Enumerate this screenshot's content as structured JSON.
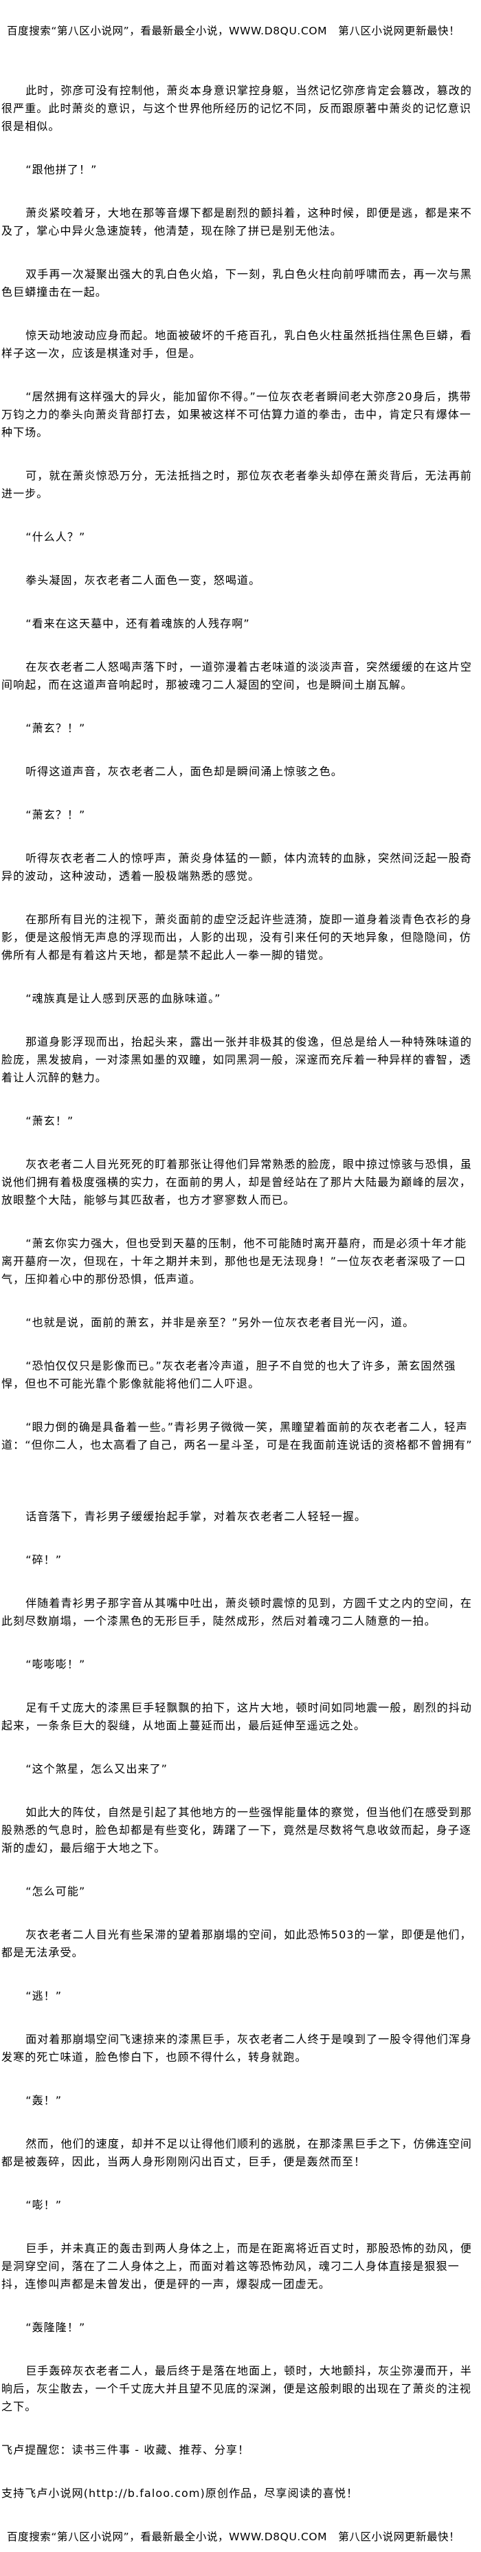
{
  "banner": "百度搜索“第八区小说网”，看最新最全小说，WWW.D8QU.COM　第八区小说网更新最快！",
  "paragraphs": [
    "此时，弥彦可没有控制他，萧炎本身意识掌控身躯，当然记忆弥彦肯定会篡改，篡改的很严重。此时萧炎的意识，与这个世界他所经历的记忆不同，反而跟原著中萧炎的记忆意识很是相似。",
    "“跟他拼了！”",
    "萧炎紧咬着牙，大地在那等音爆下都是剧烈的颤抖着，这种时候，即便是逃，都是来不及了，掌心中异火急速旋转，他清楚，现在除了拼已是别无他法。",
    "双手再一次凝聚出强大的乳白色火焰，下一刻，乳白色火柱向前呼啸而去，再一次与黑色巨蟒撞击在一起。",
    "惊天动地波动应身而起。地面被破坏的千疮百孔，乳白色火柱虽然抵挡住黑色巨蟒，看样子这一次，应该是棋逢对手，但是。",
    "“居然拥有这样强大的异火，能加留你不得。”一位灰衣老者瞬间老大弥彦20身后，携带万钧之力的拳头向萧炎背部打去，如果被这样不可估算力道的拳击，击中，肯定只有爆体一种下场。",
    "可，就在萧炎惊恐万分，无法抵挡之时，那位灰衣老者拳头却停在萧炎背后，无法再前进一步。",
    "“什么人？”",
    "拳头凝固，灰衣老者二人面色一变，怒喝道。",
    "“看来在这天墓中，还有着魂族的人残存啊”",
    "在灰衣老者二人怒喝声落下时，一道弥漫着古老味道的淡淡声音，突然缓缓的在这片空间响起，而在这道声音响起时，那被魂刁二人凝固的空间，也是瞬间土崩瓦解。",
    "“萧玄？！”",
    "听得这道声音，灰衣老者二人，面色却是瞬间涌上惊骇之色。",
    "“萧玄？！”",
    "听得灰衣老者二人的惊呼声，萧炎身体猛的一颤，体内流转的血脉，突然间泛起一股奇异的波动，这种波动，透着一股极端熟悉的感觉。",
    "在那所有目光的注视下，萧炎面前的虚空泛起许些涟漪，旋即一道身着淡青色衣衫的身影，便是这般悄无声息的浮现而出，人影的出现，没有引来任何的天地异象，但隐隐间，仿佛所有人都是有着这片天地，都是禁不起此人一拳一脚的错觉。",
    "“魂族真是让人感到厌恶的血脉味道。”",
    "那道身影浮现而出，抬起头来，露出一张并非极其的俊逸，但总是给人一种特殊味道的脸庞，黑发披肩，一对漆黑如墨的双瞳，如同黑洞一般，深邃而充斥着一种异样的睿智，透着让人沉醉的魅力。",
    "“萧玄！”",
    "灰衣老者二人目光死死的盯着那张让得他们异常熟悉的脸庞，眼中掠过惊骇与恐惧，虽说他们拥有着极度强横的实力，在面前的男人，却是曾经站在了那片大陆最为巅峰的层次，放眼整个大陆，能够与其匹敌者，也方才寥寥数人而已。",
    "“萧玄你实力强大，但也受到天墓的压制，他不可能随时离开墓府，而是必须十年才能离开墓府一次，但现在，十年之期并未到，那他也是无法现身！”一位灰衣老者深吸了一口气，压抑着心中的那份恐惧，低声道。",
    "“也就是说，面前的萧玄，并非是亲至？”另外一位灰衣老者目光一闪，道。",
    "“恐怕仅仅只是影像而已。”灰衣老者冷声道，胆子不自觉的也大了许多，萧玄固然强悍，但也不可能光靠个影像就能将他们二人吓退。",
    "“眼力倒的确是具备着一些。”青衫男子微微一笑，黑瞳望着面前的灰衣老者二人，轻声道：“但你二人，也太高看了自己，两名一星斗圣，可是在我面前连说话的资格都不曾拥有”",
    "话音落下，青衫男子缓缓抬起手掌，对着灰衣老者二人轻轻一握。",
    "“碎！”",
    "伴随着青衫男子那字音从其嘴中吐出，萧炎顿时震惊的见到，方圆千丈之内的空间，在此刻尽数崩塌，一个漆黑色的无形巨手，陡然成形，然后对着魂刁二人随意的一拍。",
    "“嘭嘭嘭！”",
    "足有千丈庞大的漆黑巨手轻飘飘的拍下，这片大地，顿时间如同地震一般，剧烈的抖动起来，一条条巨大的裂缝，从地面上蔓延而出，最后延伸至遥远之处。",
    "“这个煞星，怎么又出来了”",
    "如此大的阵仗，自然是引起了其他地方的一些强悍能量体的察觉，但当他们在感受到那股熟悉的气息时，脸色却都是有些变化，踌躇了一下，竟然是尽数将气息收敛而起，身子逐渐的虚幻，最后缩于大地之下。",
    "“怎么可能”",
    "灰衣老者二人目光有些呆滞的望着那崩塌的空间，如此恐怖503的一掌，即便是他们，都是无法承受。",
    "“逃！”",
    "面对着那崩塌空间飞速掠来的漆黑巨手，灰衣老者二人终于是嗅到了一股令得他们浑身发寒的死亡味道，脸色惨白下，也顾不得什么，转身就跑。",
    "“轰！”",
    "然而，他们的速度，却并不足以让得他们顺利的逃脱，在那漆黑巨手之下，仿佛连空间都是被轰碎，因此，当两人身形刚刚闪出百丈，巨手，便是轰然而至！",
    "“嘭！”",
    "巨手，并未真正的轰击到两人身体之上，而是在距离将近百丈时，那股恐怖的劲风，便是洞穿空间，落在了二人身体之上，而面对着这等恐怖劲风，魂刁二人身体直接是狠狠一抖，连惨叫声都是未曾发出，便是砰的一声，爆裂成一团虚无。",
    "“轰隆隆！”",
    "巨手轰碎灰衣老者二人，最后终于是落在地面上，顿时，大地颤抖，灰尘弥漫而开，半晌后，灰尘散去，一个千丈庞大并且望不见底的深渊，便是这般刺眼的出现在了萧炎的注视之下。"
  ],
  "footer": {
    "reminder": "飞卢提醒您：读书三件事 - 收藏、推荐、分享！",
    "support": "支持飞卢小说网(http://b.faloo.com)原创作品，尽享阅读的喜悦！"
  }
}
